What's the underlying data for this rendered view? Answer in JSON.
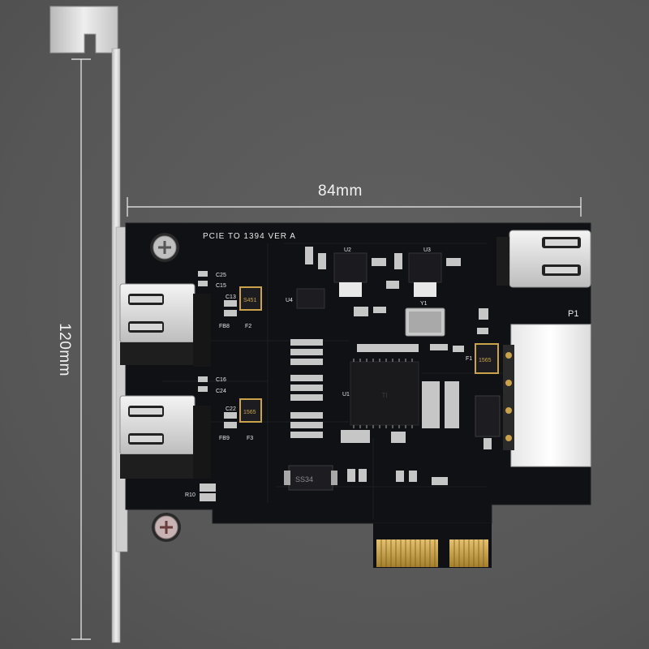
{
  "dimensions": {
    "width_label": "84mm",
    "height_label": "120mm"
  },
  "silkscreen": {
    "title": "PCIE TO 1394 VER A",
    "chip_u1": "U1",
    "chip_u2": "U2",
    "chip_u3": "U3",
    "chip_u4": "U4",
    "crystal": "Y1",
    "power_connector": "P1",
    "diode_label": "SS34",
    "fuse_f1": "1565",
    "fuse_f2": "S451",
    "fuse_f3": "1565",
    "fb8": "FB8",
    "fb9": "FB9",
    "f2": "F2",
    "f3": "F3",
    "f1": "F1",
    "c25": "C25",
    "c15": "C15",
    "c16": "C16",
    "c24": "C24",
    "c13": "C13",
    "c22": "C22",
    "r10": "R10"
  },
  "colors": {
    "background": "#595959",
    "pcb": "#101114",
    "bracket": "#dcdcdc",
    "gold": "#c9a24a",
    "connector": "#f2f2f2"
  }
}
